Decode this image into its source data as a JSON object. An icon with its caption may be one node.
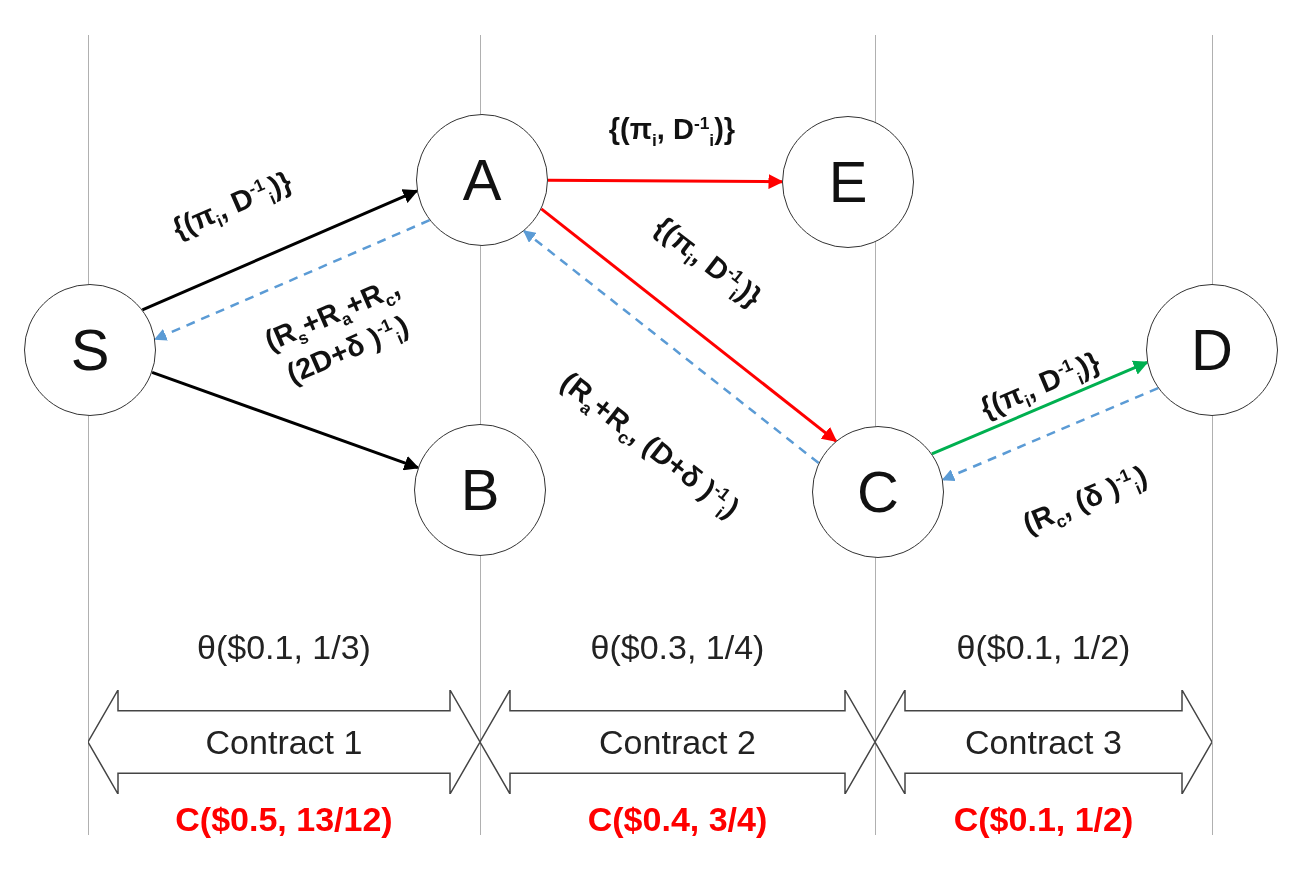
{
  "diagram": {
    "nodes": [
      {
        "text": [
          "S"
        ]
      },
      {
        "text": [
          "A"
        ]
      },
      {
        "text": [
          "E"
        ]
      },
      {
        "text": [
          "B"
        ]
      },
      {
        "text": [
          "C"
        ]
      },
      {
        "text": [
          "D"
        ]
      },
      {
        "text": [
          "Contract 1"
        ],
        "beside": [
          "θ($0.1, 1/3)",
          "C($0.5, 13/12)"
        ]
      },
      {
        "text": [
          "Contract 2"
        ],
        "beside": [
          "θ($0.3, 1/4)",
          "C($0.4, 3/4)"
        ]
      },
      {
        "text": [
          "Contract 3"
        ],
        "beside": [
          "θ($0.1, 1/2)",
          "C($0.1, 1/2)"
        ]
      }
    ],
    "edges": [
      {
        "from": 0,
        "to": 1,
        "arrow": "to",
        "color": "#000000",
        "label": "{(π$_{i}$, D$^{-1}$$_{i}$)}"
      },
      {
        "from": 1,
        "to": 0,
        "arrow": "to",
        "style": "dashed",
        "color": "#5b9bd5",
        "label": "(R$_{s}$+R$_{a}$+R$_{c}$, (2D+δ )$^{-1}$$_{i}$)"
      },
      {
        "from": 0,
        "to": 3,
        "arrow": "to",
        "color": "#000000"
      },
      {
        "from": 1,
        "to": 2,
        "arrow": "to",
        "color": "#ff0000",
        "label": "{(π$_{i}$, D$^{-1}$$_{i}$)}"
      },
      {
        "from": 1,
        "to": 4,
        "arrow": "to",
        "color": "#ff0000",
        "label": "{(π$_{i}$, D$^{-1}$$_{i}$)}"
      },
      {
        "from": 4,
        "to": 1,
        "arrow": "to",
        "style": "dashed",
        "color": "#5b9bd5",
        "label": "(R$_{a}$+R$_{c}$, (D+δ )$^{-1}$$_{i}$)"
      },
      {
        "from": 4,
        "to": 5,
        "arrow": "to",
        "color": "#00b050",
        "label": "{(π$_{i}$, D$^{-1}$$_{i}$)}"
      },
      {
        "from": 5,
        "to": 4,
        "arrow": "to",
        "style": "dashed",
        "color": "#5b9bd5",
        "label": "(R$_{c}$, (δ )$^{-1}$$_{i}$)"
      }
    ]
  }
}
